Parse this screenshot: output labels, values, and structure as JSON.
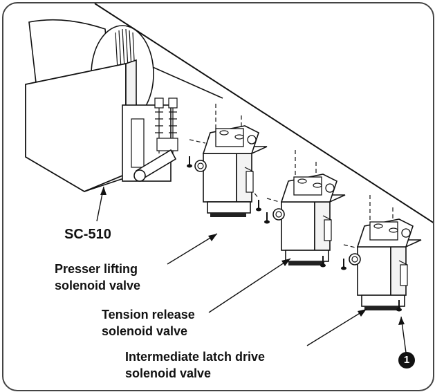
{
  "labels": {
    "controller": "SC-510",
    "presser_valve": [
      "Presser lifting",
      "solenoid valve"
    ],
    "tension_valve": [
      "Tension release",
      "solenoid valve"
    ],
    "latch_valve": [
      "Intermediate latch drive",
      "solenoid valve"
    ]
  },
  "callout": {
    "number": "1"
  }
}
